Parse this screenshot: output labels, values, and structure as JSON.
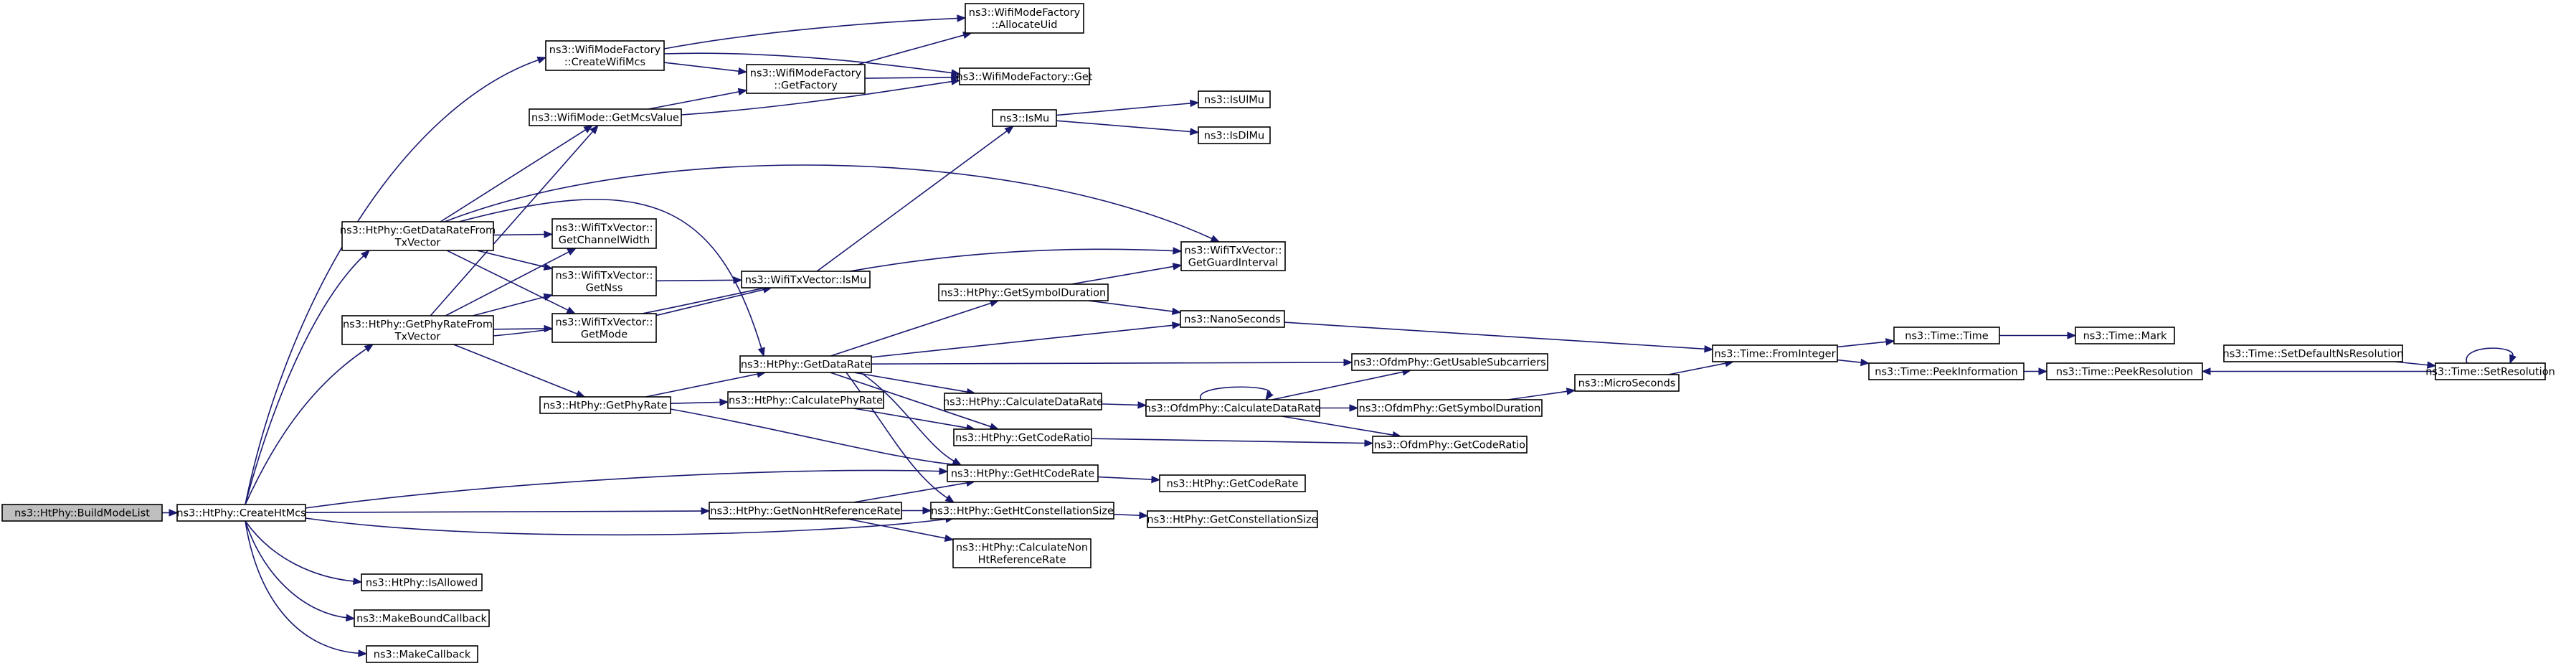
{
  "colors": {
    "edge": "#191970",
    "node_border": "#000000",
    "root_fill": "#bfbfbf",
    "node_fill": "#ffffff"
  },
  "nodes": {
    "BuildModeList": [
      "ns3::HtPhy::BuildModeList"
    ],
    "CreateHtMcs": [
      "ns3::HtPhy::CreateHtMcs"
    ],
    "CreateWifiMcs": [
      "ns3::WifiModeFactory",
      "::CreateWifiMcs"
    ],
    "GetMcsValue": [
      "ns3::WifiMode::GetMcsValue"
    ],
    "GetDataRateFromTxVector": [
      "ns3::HtPhy::GetDataRateFrom",
      "TxVector"
    ],
    "GetPhyRateFromTxVector": [
      "ns3::HtPhy::GetPhyRateFrom",
      "TxVector"
    ],
    "GetPhyRate": [
      "ns3::HtPhy::GetPhyRate"
    ],
    "IsAllowed": [
      "ns3::HtPhy::IsAllowed"
    ],
    "MakeBoundCallback": [
      "ns3::MakeBoundCallback"
    ],
    "MakeCallback": [
      "ns3::MakeCallback"
    ],
    "AllocateUid": [
      "ns3::WifiModeFactory",
      "::AllocateUid"
    ],
    "GetFactory": [
      "ns3::WifiModeFactory",
      "::GetFactory"
    ],
    "FactoryGet": [
      "ns3::WifiModeFactory::Get"
    ],
    "GetChannelWidth": [
      "ns3::WifiTxVector::",
      "GetChannelWidth"
    ],
    "GetNss": [
      "ns3::WifiTxVector::",
      "GetNss"
    ],
    "GetMode": [
      "ns3::WifiTxVector::",
      "GetMode"
    ],
    "TxIsMu": [
      "ns3::WifiTxVector::IsMu"
    ],
    "HtGetDataRate": [
      "ns3::HtPhy::GetDataRate"
    ],
    "CalculatePhyRate": [
      "ns3::HtPhy::CalculatePhyRate"
    ],
    "GetNonHtReferenceRate": [
      "ns3::HtPhy::GetNonHtReferenceRate"
    ],
    "IsMu": [
      "ns3::IsMu"
    ],
    "IsUlMu": [
      "ns3::IsUlMu"
    ],
    "IsDlMu": [
      "ns3::IsDlMu"
    ],
    "GetGuardInterval": [
      "ns3::WifiTxVector::",
      "GetGuardInterval"
    ],
    "GetSymbolDuration": [
      "ns3::HtPhy::GetSymbolDuration"
    ],
    "NanoSeconds": [
      "ns3::NanoSeconds"
    ],
    "HtCalculateDataRate": [
      "ns3::HtPhy::CalculateDataRate"
    ],
    "HtGetCodeRatio": [
      "ns3::HtPhy::GetCodeRatio"
    ],
    "GetHtCodeRate": [
      "ns3::HtPhy::GetHtCodeRate"
    ],
    "GetHtConstellationSize": [
      "ns3::HtPhy::GetHtConstellationSize"
    ],
    "CalculateNonHtReferenceRate": [
      "ns3::HtPhy::CalculateNon",
      "HtReferenceRate"
    ],
    "GetCodeRate": [
      "ns3::HtPhy::GetCodeRate"
    ],
    "GetConstellationSize": [
      "ns3::HtPhy::GetConstellationSize"
    ],
    "GetUsableSubcarriers": [
      "ns3::OfdmPhy::GetUsableSubcarriers"
    ],
    "OfdmCalculateDataRate": [
      "ns3::OfdmPhy::CalculateDataRate"
    ],
    "OfdmGetSymbolDuration": [
      "ns3::OfdmPhy::GetSymbolDuration"
    ],
    "OfdmGetCodeRatio": [
      "ns3::OfdmPhy::GetCodeRatio"
    ],
    "MicroSeconds": [
      "ns3::MicroSeconds"
    ],
    "FromInteger": [
      "ns3::Time::FromInteger"
    ],
    "TimeTime": [
      "ns3::Time::Time"
    ],
    "TimeMark": [
      "ns3::Time::Mark"
    ],
    "PeekInformation": [
      "ns3::Time::PeekInformation"
    ],
    "PeekResolution": [
      "ns3::Time::PeekResolution"
    ],
    "SetDefaultNsResolution": [
      "ns3::Time::SetDefaultNsResolution"
    ],
    "SetResolution": [
      "ns3::Time::SetResolution"
    ]
  }
}
